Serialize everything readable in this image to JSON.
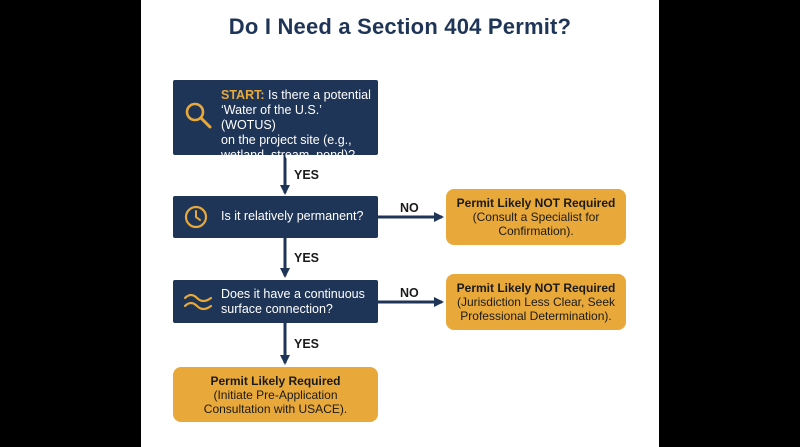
{
  "title": "Do I Need a Section 404 Permit?",
  "colors": {
    "navy": "#1f3557",
    "gold": "#e8a93a",
    "background": "#ffffff",
    "accent_text": "#e8a93a"
  },
  "q1": {
    "icon": "magnifier-icon",
    "start_label": "START:",
    "lines": [
      "Is there a potential",
      "‘Water of the U.S.’ (WOTUS)",
      "on the project site (e.g.,",
      "wetland, stream, pond)?"
    ]
  },
  "q2": {
    "icon": "clock-icon",
    "text": "Is it relatively permanent?"
  },
  "q3": {
    "icon": "wave-icon",
    "lines": [
      "Does it have a continuous",
      "surface connection?"
    ]
  },
  "r1": {
    "head": "Permit Likely NOT Required",
    "lines": [
      "(Consult a Specialist for",
      "Confirmation)."
    ]
  },
  "r2": {
    "head": "Permit Likely NOT Required",
    "lines": [
      "(Jurisdiction Less Clear, Seek",
      "Professional Determination)."
    ]
  },
  "r3": {
    "head": "Permit Likely Required",
    "lines": [
      "(Initiate Pre-Application",
      "Consultation with USACE)."
    ]
  },
  "edges": {
    "yes1": "YES",
    "no1": "NO",
    "yes2": "YES",
    "no2": "NO",
    "yes3": "YES"
  }
}
